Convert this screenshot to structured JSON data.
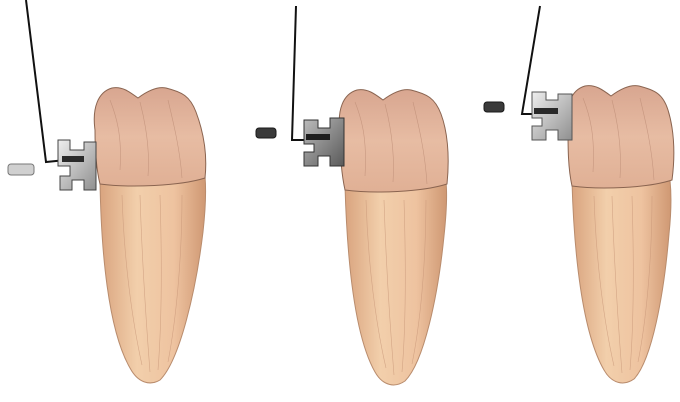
{
  "figure": {
    "panels": [
      {
        "bracket_shade": "light",
        "elastic_shade": "light"
      },
      {
        "bracket_shade": "medium",
        "elastic_shade": "dark"
      },
      {
        "bracket_shade": "light",
        "elastic_shade": "dark"
      }
    ],
    "colors": {
      "crown": "#e2b49a",
      "crown_shadow": "#c99a80",
      "root": "#efc8a3",
      "root_shadow": "#d6a27c",
      "root_line": "#c28a66",
      "wire": "#111111",
      "bracket_light": "#c9c9c9",
      "bracket_medium": "#8c8c8c",
      "bracket_dark": "#3a3a3a",
      "elastic_light": "#bdbdbd",
      "elastic_dark": "#333333"
    }
  }
}
